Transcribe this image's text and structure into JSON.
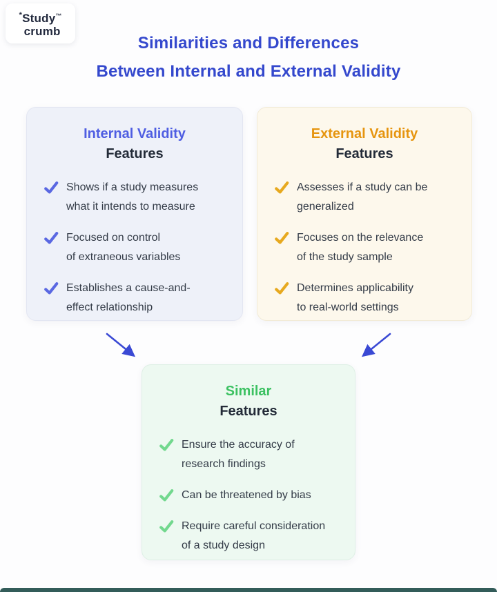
{
  "logo": {
    "asterisk": "*",
    "word1": "Study",
    "trademark": "™",
    "word2": "crumb"
  },
  "title": {
    "line1": "Similarities and Differences",
    "line2": "Between Internal and External Validity",
    "color": "#3448cd"
  },
  "cards": {
    "internal": {
      "heading": "Internal Validity",
      "subheading": "Features",
      "accent_color": "#4f5ee2",
      "check_color": "#5a68e2",
      "bg_color": "#eef1f9",
      "items": [
        {
          "lines": [
            "Shows if a study measures",
            "what it intends to measure"
          ]
        },
        {
          "lines": [
            "Focused on control",
            "of extraneous variables"
          ]
        },
        {
          "lines": [
            "Establishes a cause-and-",
            "effect relationship"
          ]
        }
      ]
    },
    "external": {
      "heading": "External Validity",
      "subheading": "Features",
      "accent_color": "#e6950f",
      "check_color": "#e7a91f",
      "bg_color": "#fdf8ec",
      "items": [
        {
          "lines": [
            "Assesses if a study can be",
            "generalized"
          ]
        },
        {
          "lines": [
            "Focuses on the relevance",
            "of the study sample"
          ]
        },
        {
          "lines": [
            "Determines applicability",
            "to real-world settings"
          ]
        }
      ]
    },
    "similar": {
      "heading": "Similar",
      "subheading": "Features",
      "accent_color": "#3cc162",
      "check_color": "#72d88e",
      "bg_color": "#edf9f1",
      "items": [
        {
          "lines": [
            "Ensure the accuracy of",
            "research findings"
          ]
        },
        {
          "lines": [
            "Can be threatened by bias",
            ""
          ]
        },
        {
          "lines": [
            "Require careful consideration",
            "of a study design"
          ]
        }
      ]
    }
  },
  "arrow_color": "#3a49d4",
  "body_text_color": "#333b47",
  "subheading_color": "#232b38",
  "footer_bar_color": "#1d4a47"
}
